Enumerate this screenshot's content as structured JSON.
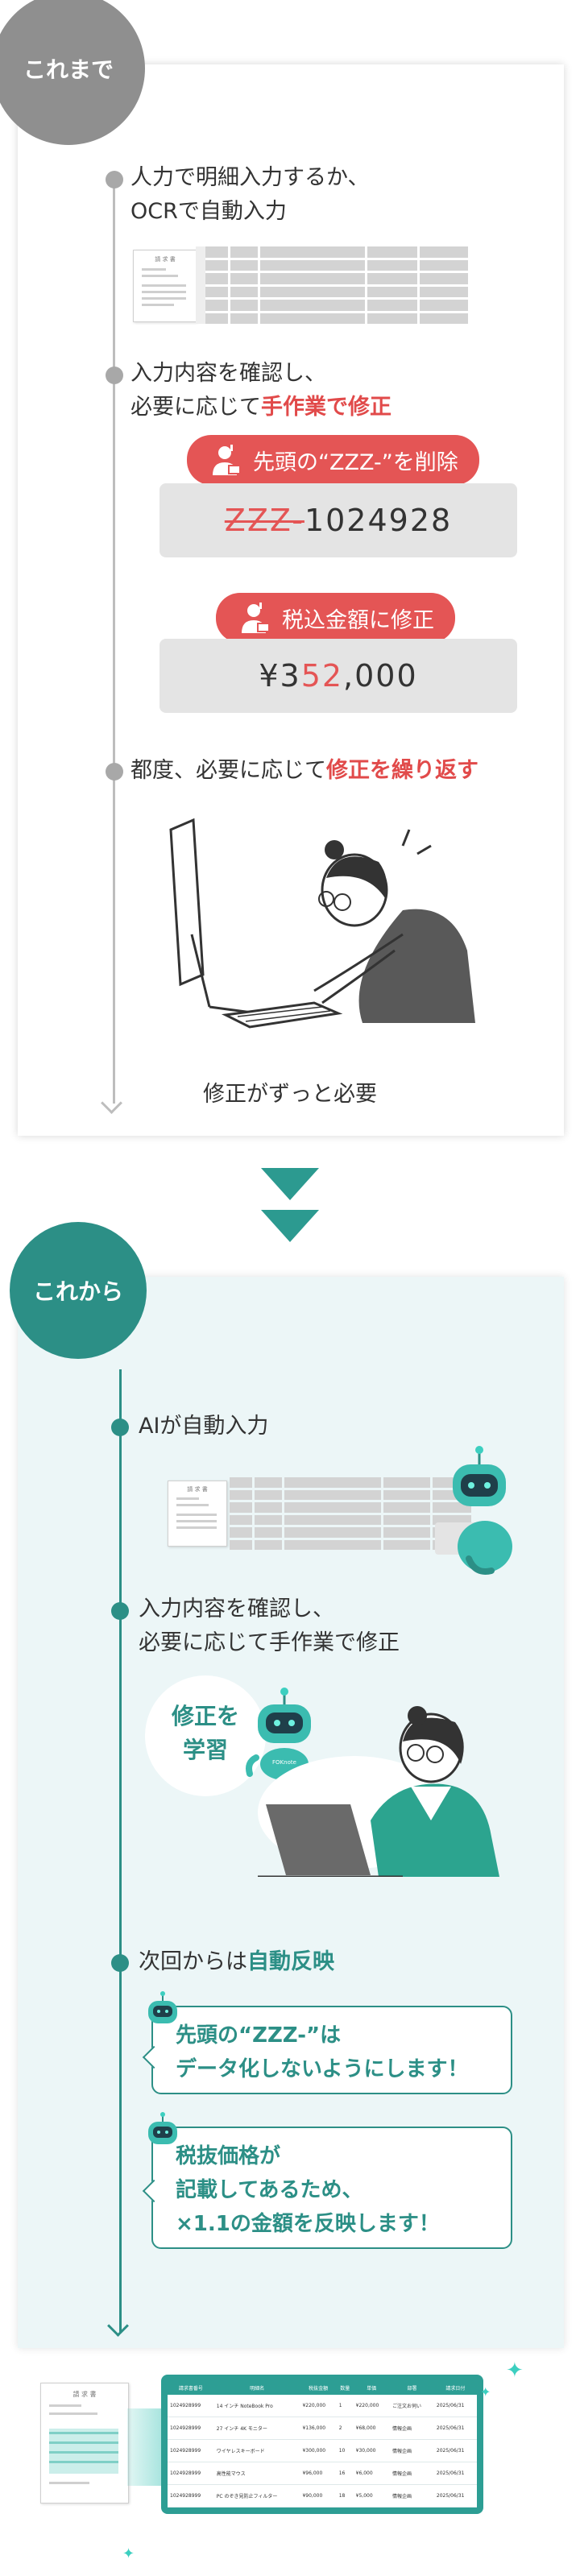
{
  "before": {
    "badge": "これまで",
    "step1": {
      "line1": "人力で明細入力するか、",
      "line2": "OCRで自動入力"
    },
    "step2": {
      "line1": "入力内容を確認し、",
      "line2_plain": "必要に応じて",
      "line2_emph": "手作業で修正"
    },
    "fix1": {
      "label": "先頭の“ZZZ-”を削除",
      "strike": "ZZZ-",
      "value": "1024928"
    },
    "fix2": {
      "label": "税込金額に修正",
      "prefix": "¥3",
      "emph": "52",
      "suffix": ",000"
    },
    "step3": {
      "plain": "都度、必要に応じて",
      "emph": "修正を繰り返す"
    },
    "bottom": "修正がずっと必要"
  },
  "after": {
    "badge": "これから",
    "step1": "AIが自動入力",
    "step2": {
      "line1": "入力内容を確認し、",
      "line2": "必要に応じて手作業で修正"
    },
    "learn": {
      "line1": "修正を",
      "line2": "学習"
    },
    "robot_label": "FOKnote",
    "step3": {
      "plain": "次回からは",
      "emph": "自動反映"
    },
    "msg1": "先頭の“ZZZ-”は\nデータ化しないようにします！",
    "msg2": "税抜価格が\n記載してあるため、\n×1.1の金額を反映します！"
  },
  "doc_title": "請 求 書",
  "result_table": {
    "headers": [
      "請求書番号",
      "明細名",
      "税抜金額",
      "数量",
      "単価",
      "部署",
      "請求日付"
    ],
    "rows": [
      [
        "1024928999",
        "14 インチ NoteBook Pro",
        "¥220,000",
        "1",
        "¥220,000",
        "ご注文お伺い",
        "2025/06/31"
      ],
      [
        "1024928999",
        "27 インチ 4K モニター",
        "¥136,000",
        "2",
        "¥68,000",
        "情報企画",
        "2025/06/31"
      ],
      [
        "1024928999",
        "ワイヤレスキーボード",
        "¥300,000",
        "10",
        "¥30,000",
        "情報企画",
        "2025/06/31"
      ],
      [
        "1024928999",
        "高性能マウス",
        "¥96,000",
        "16",
        "¥6,000",
        "情報企画",
        "2025/06/31"
      ],
      [
        "1024928999",
        "PC のぞき見防止フィルター",
        "¥90,000",
        "18",
        "¥5,000",
        "情報企画",
        "2025/06/31"
      ]
    ]
  },
  "colors": {
    "accent": "#2c8f86",
    "red": "#e45555",
    "gray": "#8f8f8f"
  }
}
